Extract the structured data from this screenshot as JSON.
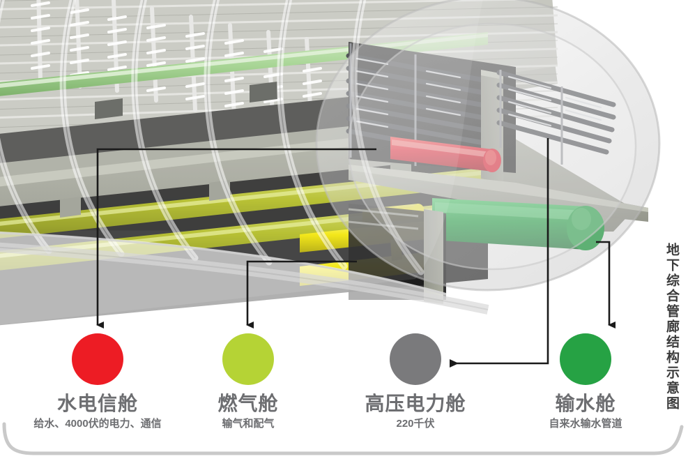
{
  "poster": {
    "vertical_title": "地下综合管廊结构示意图",
    "background_color": "#ffffff",
    "label_text_color": "#6d6e71",
    "leader_line_color": "#1a1a1a",
    "frame_color": "#c9c9c9"
  },
  "illustration": {
    "name": "underground-utility-tunnel-3d-cutaway",
    "tunnel_shell_color": "#d5d5d5",
    "tunnel_wall_color": "#8d8f85",
    "tunnel_slab_color": "#a3a599",
    "cable_tray_color": "#6e7068",
    "dark_cavity_color": "#2b2b2b",
    "pipes": [
      {
        "name": "red-power-pipe",
        "color": "#e8192c"
      },
      {
        "name": "green-water-pipe",
        "color": "#16a33c"
      },
      {
        "name": "yellow-gas-pipe",
        "color": "#f2e500"
      },
      {
        "name": "olive-gas-pipe",
        "color": "#b0ba1f"
      },
      {
        "name": "pale-green-pipe",
        "color": "#9fd18a"
      }
    ]
  },
  "legend": {
    "items": [
      {
        "key": "water-power-telecom",
        "color": "#ed1c24",
        "title": "水电信舱",
        "subtitle": "给水、4000伏的电力、通信"
      },
      {
        "key": "gas",
        "color": "#b5d335",
        "title": "燃气舱",
        "subtitle": "输气和配气"
      },
      {
        "key": "high-voltage-power",
        "color": "#7a7a7c",
        "title": "高压电力舱",
        "subtitle": "220千伏"
      },
      {
        "key": "water-supply",
        "color": "#26a244",
        "title": "输水舱",
        "subtitle": "自来水输水管道"
      }
    ]
  }
}
